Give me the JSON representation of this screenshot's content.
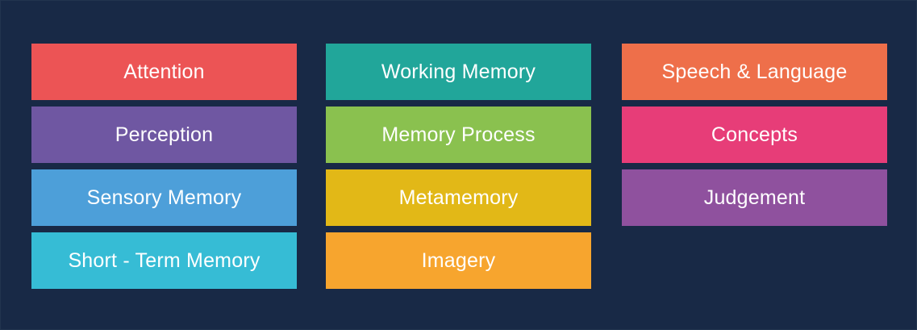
{
  "columns": [
    {
      "items": [
        {
          "label": "Attention",
          "color": "#ec5455"
        },
        {
          "label": "Perception",
          "color": "#6f57a2"
        },
        {
          "label": "Sensory Memory",
          "color": "#4d9fd9"
        },
        {
          "label": "Short - Term Memory",
          "color": "#36bcd5"
        }
      ]
    },
    {
      "items": [
        {
          "label": "Working Memory",
          "color": "#21a69a"
        },
        {
          "label": "Memory Process",
          "color": "#8ac14f"
        },
        {
          "label": "Metamemory",
          "color": "#e2b817"
        },
        {
          "label": "Imagery",
          "color": "#f7a52e"
        }
      ]
    },
    {
      "items": [
        {
          "label": "Speech & Language",
          "color": "#ee6f4a"
        },
        {
          "label": "Concepts",
          "color": "#e73d78"
        },
        {
          "label": "Judgement",
          "color": "#8f519e"
        }
      ]
    }
  ]
}
